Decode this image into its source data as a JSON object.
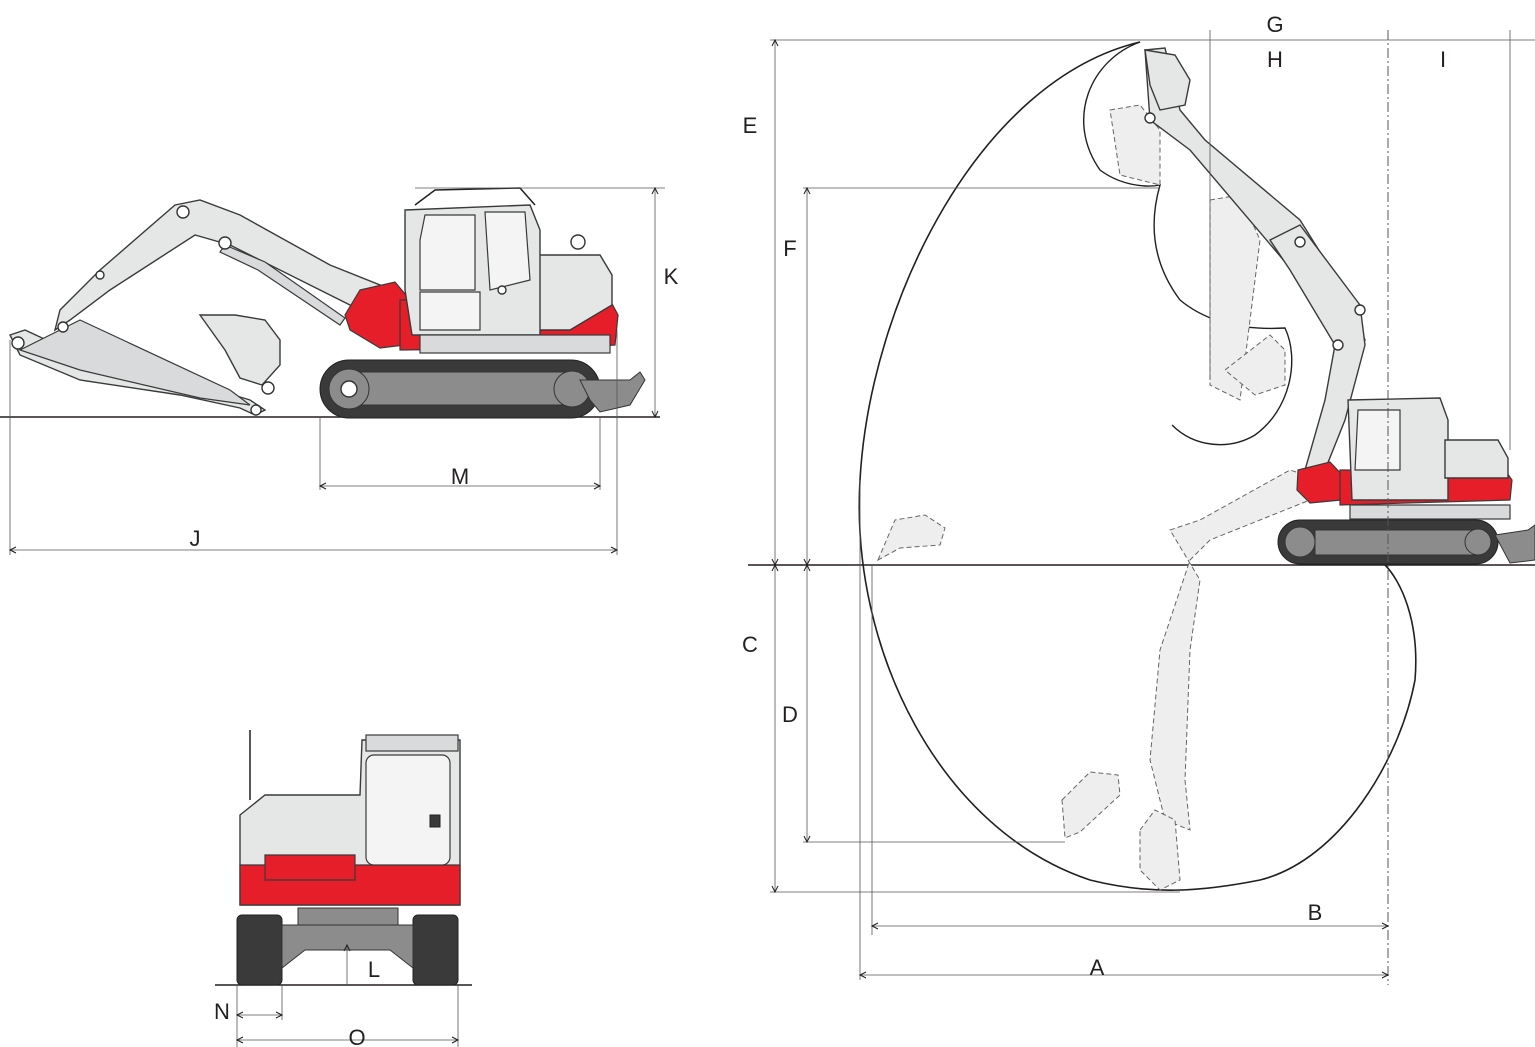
{
  "dimension_labels": {
    "A": "A",
    "B": "B",
    "C": "C",
    "D": "D",
    "E": "E",
    "F": "F",
    "G": "G",
    "H": "H",
    "I": "I",
    "J": "J",
    "K": "K",
    "L": "L",
    "M": "M",
    "N": "N",
    "O": "O"
  },
  "colors": {
    "body_red": "#e51e2a",
    "body_grey": "#e5e6e6",
    "line": "#231f20",
    "track": "#3a3a3a"
  }
}
